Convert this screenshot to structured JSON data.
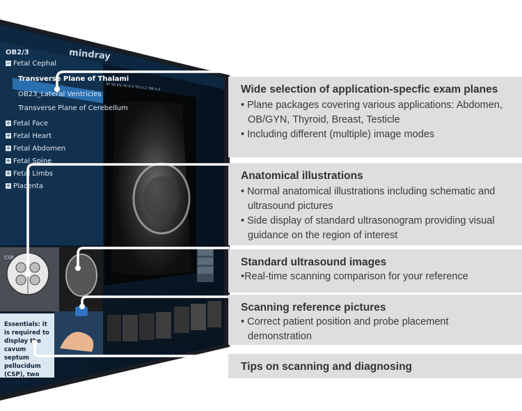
{
  "screen": {
    "brand": "mindray",
    "tree": {
      "root": "OB2/3",
      "group": "Fetal Cephal",
      "items": [
        "Transverse Plane of Thalami",
        "OB23_Lateral Ventricles",
        "Transverse Plane of Cerebellum"
      ],
      "collapsed": [
        "Fetal Face",
        "Fetal Heart",
        "Fetal Abdomen",
        "Fetal Spine",
        "Fetal Limbs",
        "Placenta"
      ]
    },
    "essentials_note": "Essentials: it is required to display the cavum septum pellucidum (CSP), two thalami (T)",
    "csp_label": "CSP",
    "readout": "AP 96.8% MI 0.5 TIS 0.2 TIB 0.4"
  },
  "panels": [
    {
      "title": "Wide selection of application-specfic exam planes",
      "bullets": [
        "Plane packages covering various applications: Abdomen, OB/GYN, Thyroid, Breast, Testicle",
        "Including different (multiple) image modes"
      ]
    },
    {
      "title": "Anatomical illustrations",
      "bullets": [
        "Normal anatomical illustrations including schematic and ultrasound pictures",
        "Side display of standard ultrasonogram providing visual guidance on the region of interest"
      ]
    },
    {
      "title": "Standard ultrasound images",
      "bullets": [
        "Real-time scanning comparison for your reference"
      ]
    },
    {
      "title": "Scanning reference pictures",
      "bullets": [
        "Correct patient position and probe placement demonstration"
      ]
    },
    {
      "title": "Tips on scanning and diagnosing",
      "bullets": []
    }
  ],
  "colors": {
    "screen_dark": "#0b1c2e",
    "sidebar": "#12314f",
    "selected": "#2a6fb0",
    "panel": "#dedede",
    "connector": "#ffffff"
  }
}
